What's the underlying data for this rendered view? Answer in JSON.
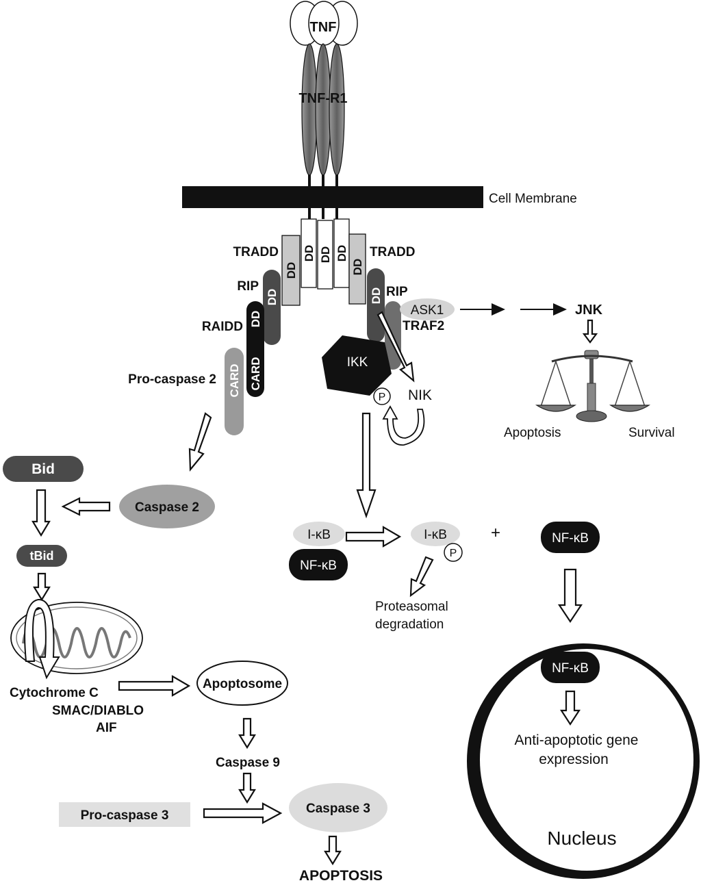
{
  "labels": {
    "tnf": "TNF",
    "tnf_r1": "TNF-R1",
    "cell_membrane": "Cell Membrane",
    "tradd_left": "TRADD",
    "tradd_right": "TRADD",
    "rip_left": "RIP",
    "rip_right": "RIP",
    "raidd": "RAIDD",
    "pro_caspase_2": "Pro-caspase 2",
    "dd": "DD",
    "card": "CARD",
    "ask1": "ASK1",
    "traf2": "TRAF2",
    "jnk": "JNK",
    "ikk": "IKK",
    "p": "P",
    "nik": "NIK",
    "apoptosis_scale": "Apoptosis",
    "survival_scale": "Survival",
    "bid": "Bid",
    "caspase_2": "Caspase 2",
    "tbid": "tBid",
    "ikb": "I-κB",
    "nfkb": "NF-κB",
    "plus": "+",
    "proteasomal_line1": "Proteasomal",
    "proteasomal_line2": "degradation",
    "cytochrome_c": "Cytochrome C",
    "smac_diablo": "SMAC/DIABLO",
    "aif": "AIF",
    "apoptosome": "Apoptosome",
    "caspase_9": "Caspase 9",
    "pro_caspase_3": "Pro-caspase 3",
    "caspase_3": "Caspase 3",
    "apoptosis_final": "APOPTOSIS",
    "anti_apoptotic_line1": "Anti-apoptotic gene",
    "anti_apoptotic_line2": "expression",
    "nucleus": "Nucleus"
  },
  "colors": {
    "black": "#111111",
    "dark_gray": "#4a4a4a",
    "mid_gray": "#8a8a8a",
    "light_gray": "#c8c8c8",
    "pale_gray": "#dcdcdc",
    "white": "#ffffff"
  }
}
